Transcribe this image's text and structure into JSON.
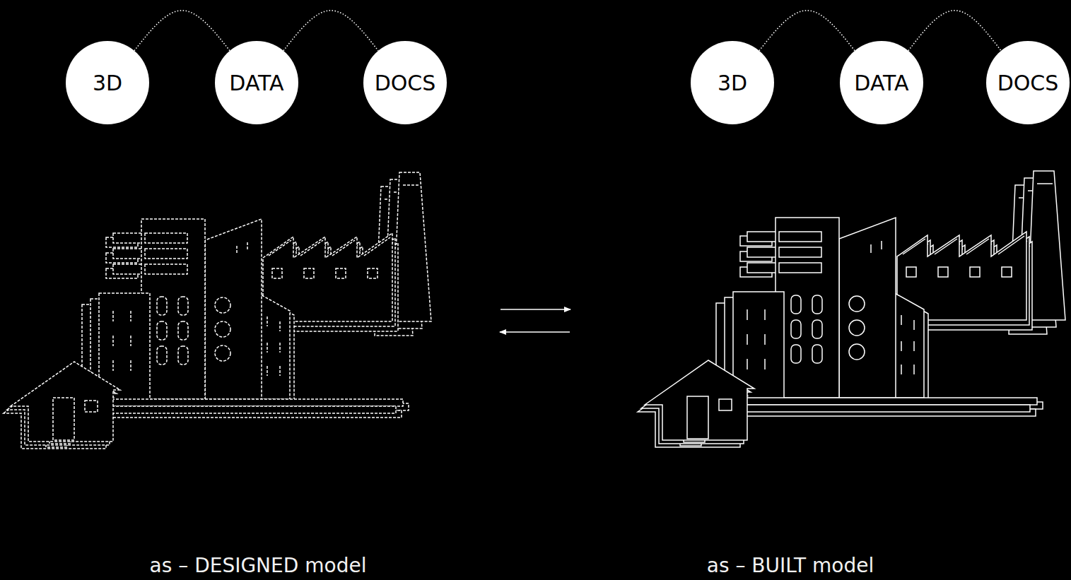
{
  "diagram": {
    "nodes": [
      {
        "text": [
          "3D"
        ]
      },
      {
        "text": [
          "DATA"
        ]
      },
      {
        "text": [
          "DOCS"
        ]
      },
      {
        "text": [
          "3D"
        ]
      },
      {
        "text": [
          "DATA"
        ]
      },
      {
        "text": [
          "DOCS"
        ]
      }
    ],
    "edges": [
      {
        "from": 0,
        "to": 1,
        "arrow": "none"
      },
      {
        "from": 1,
        "to": 2,
        "arrow": "none"
      },
      {
        "from": 3,
        "to": 4,
        "arrow": "none"
      },
      {
        "from": 4,
        "to": 5,
        "arrow": "none"
      }
    ],
    "labels": [
      "as – DESIGNED model",
      "as – BUILT model"
    ]
  }
}
